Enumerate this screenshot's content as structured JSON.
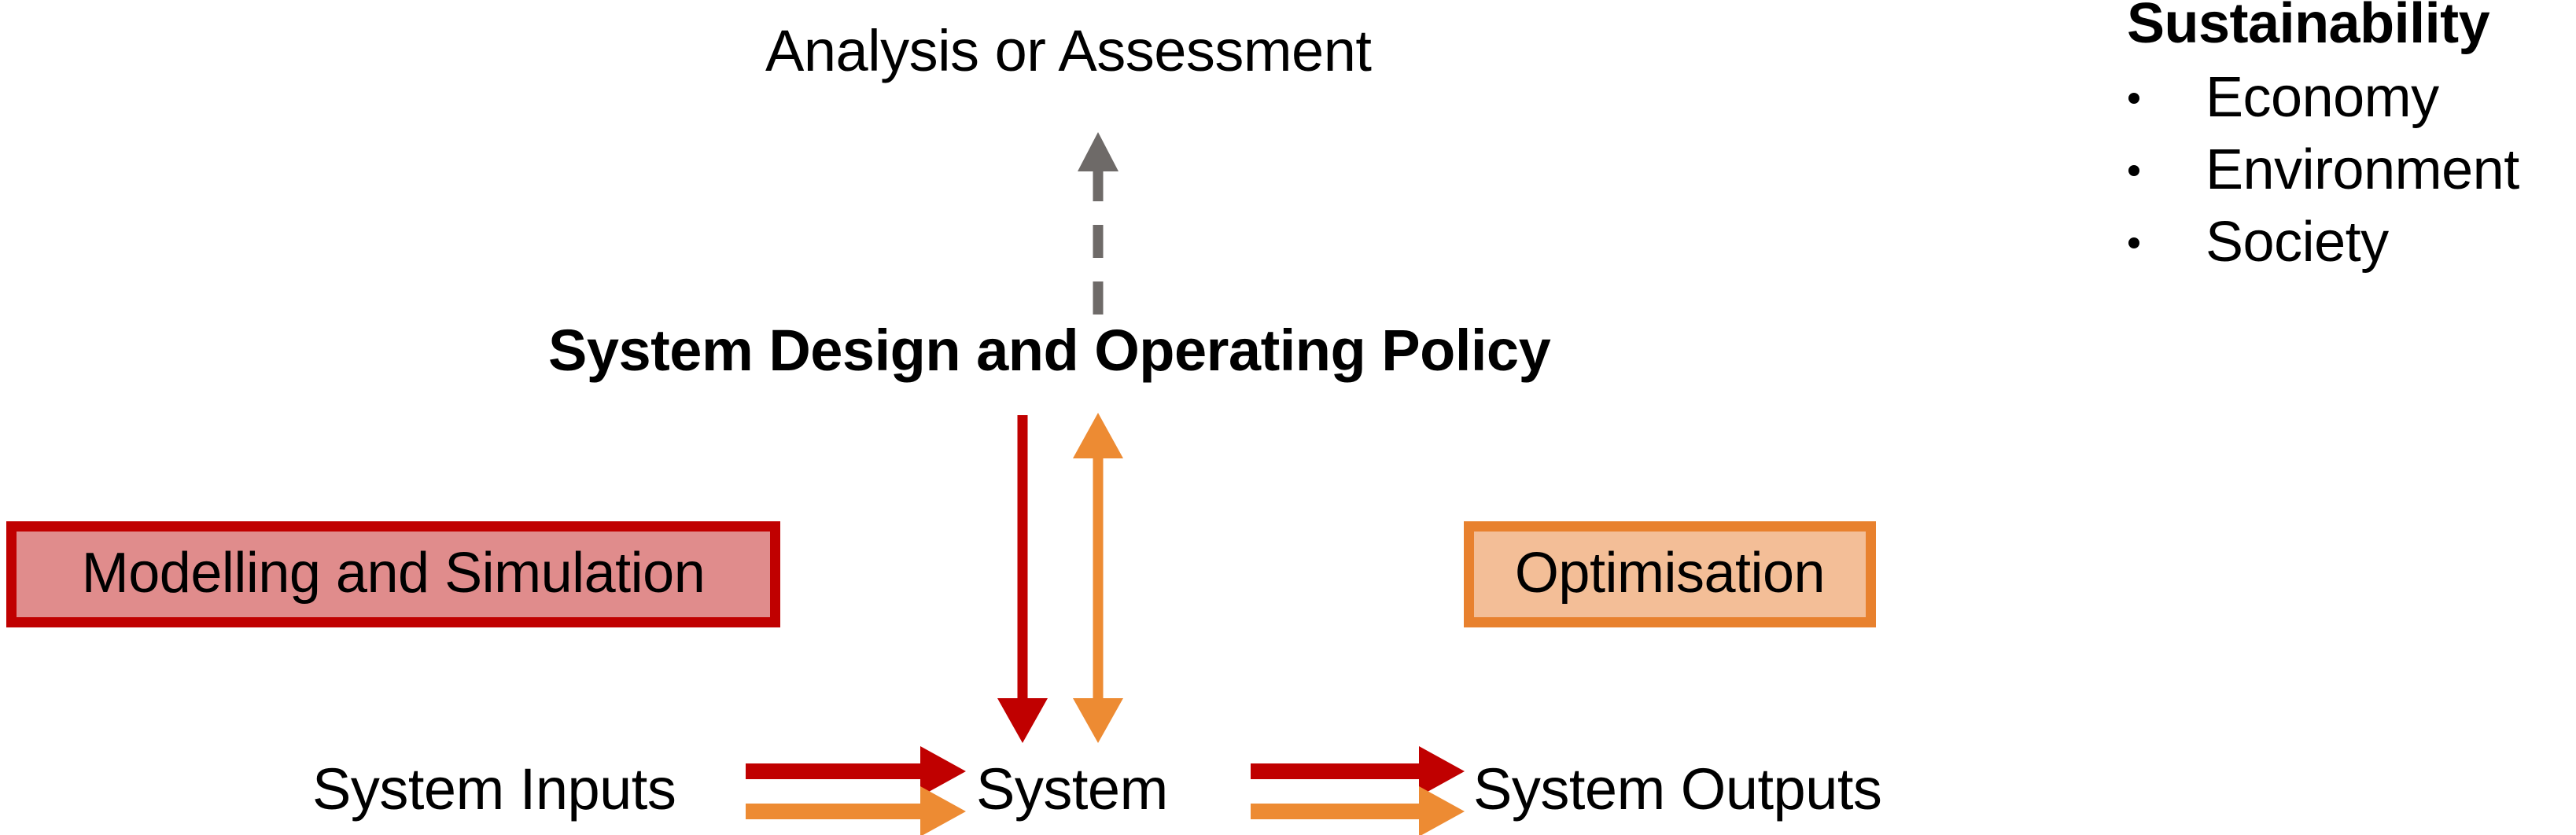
{
  "diagram": {
    "title_text": "Analysis or Assessment",
    "policy_text": "System Design and Operating Policy",
    "nodes": {
      "system_inputs": "System Inputs",
      "system": "System",
      "system_outputs": "System Outputs"
    },
    "boxes": {
      "modelling": {
        "label": "Modelling and Simulation",
        "fill": "#E08C8C",
        "border": "#C00000"
      },
      "optimisation": {
        "label": "Optimisation",
        "fill": "#F3BE97",
        "border": "#E8812E"
      }
    },
    "arrows": {
      "assessment_arrow": {
        "name": "dashed-up-arrow",
        "color": "#6E6A68",
        "style": "dashed",
        "direction": "up"
      },
      "modelling_arrow": {
        "name": "red-down-arrow",
        "color": "#C00000",
        "style": "solid",
        "direction": "down"
      },
      "optimisation_arrow": {
        "name": "orange-double-arrow",
        "color": "#ED8B33",
        "style": "solid",
        "direction": "both"
      },
      "flow_red": {
        "name": "red-right-arrow",
        "color": "#C00000",
        "style": "solid",
        "direction": "right"
      },
      "flow_orange": {
        "name": "orange-right-arrow",
        "color": "#ED8B33",
        "style": "solid",
        "direction": "right"
      }
    }
  },
  "sustainability": {
    "title": "Sustainability",
    "items": [
      {
        "label": "Economy"
      },
      {
        "label": "Environment"
      },
      {
        "label": "Society"
      }
    ]
  }
}
